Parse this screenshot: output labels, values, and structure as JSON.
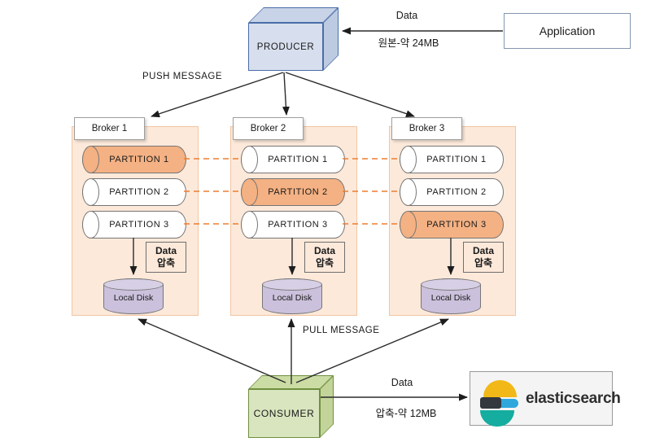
{
  "application": {
    "label": "Application"
  },
  "producer": {
    "label": "PRODUCER"
  },
  "consumer": {
    "label": "CONSUMER"
  },
  "flows": {
    "app_to_producer": {
      "label": "Data",
      "sublabel": "원본-약 24MB"
    },
    "push_label": "PUSH MESSAGE",
    "pull_label": "PULL MESSAGE",
    "consumer_to_es": {
      "label": "Data",
      "sublabel": "압축-약 12MB"
    }
  },
  "brokers": [
    {
      "name": "Broker 1",
      "partitions": [
        {
          "label": "PARTITION 1",
          "highlighted": true
        },
        {
          "label": "PARTITION 2",
          "highlighted": false
        },
        {
          "label": "PARTITION 3",
          "highlighted": false
        }
      ],
      "compression": {
        "line1": "Data",
        "line2": "압축"
      },
      "disk_label": "Local Disk"
    },
    {
      "name": "Broker 2",
      "partitions": [
        {
          "label": "PARTITION 1",
          "highlighted": false
        },
        {
          "label": "PARTITION 2",
          "highlighted": true
        },
        {
          "label": "PARTITION 3",
          "highlighted": false
        }
      ],
      "compression": {
        "line1": "Data",
        "line2": "압축"
      },
      "disk_label": "Local Disk"
    },
    {
      "name": "Broker 3",
      "partitions": [
        {
          "label": "PARTITION 1",
          "highlighted": false
        },
        {
          "label": "PARTITION 2",
          "highlighted": false
        },
        {
          "label": "PARTITION 3",
          "highlighted": true
        }
      ],
      "compression": {
        "line1": "Data",
        "line2": "압축"
      },
      "disk_label": "Local Disk"
    }
  ],
  "elasticsearch": {
    "label": "elasticsearch",
    "logo_icon": "elasticsearch-logo"
  },
  "colors": {
    "broker_bg": "#fce9da",
    "broker_border": "#f2c6a4",
    "partition_highlight": "#f4b183",
    "dash": "#ed7d31",
    "disk_fill": "#cbc1dc",
    "es_yellow": "#f2b818",
    "es_blue": "#2ea8dc",
    "es_teal": "#14ad9f",
    "es_dark": "#33373e"
  }
}
